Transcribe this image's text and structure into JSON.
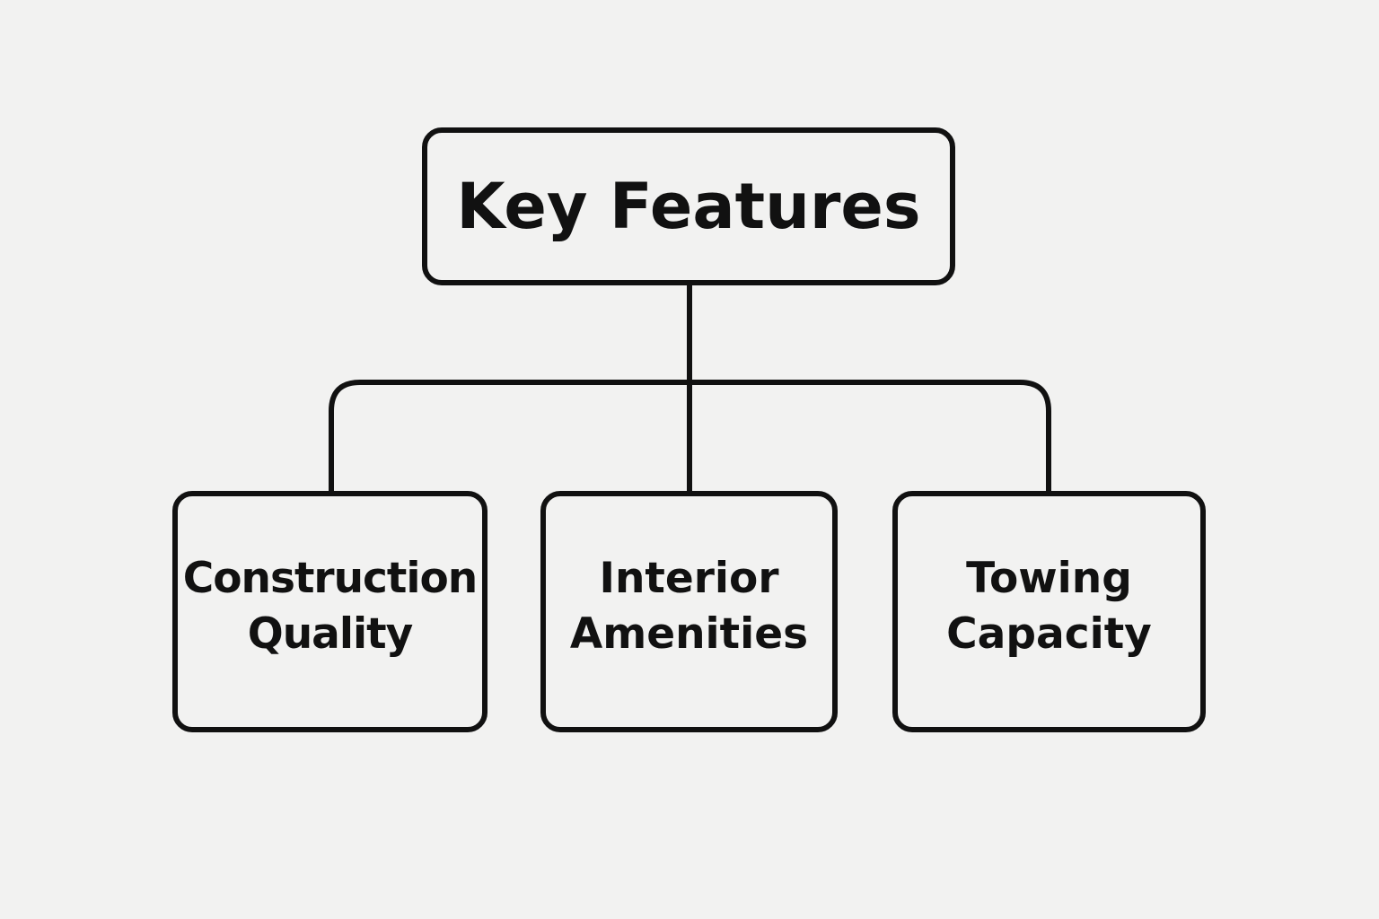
{
  "diagram": {
    "root": {
      "label": "Key Features"
    },
    "children": [
      {
        "line1": "Construction",
        "line2": "Quality"
      },
      {
        "line1": "Interior",
        "line2": "Amenities"
      },
      {
        "line1": "Towing",
        "line2": "Capacity"
      }
    ],
    "colors": {
      "background": "#f2f2f1",
      "stroke": "#111111",
      "text": "#111111"
    }
  }
}
